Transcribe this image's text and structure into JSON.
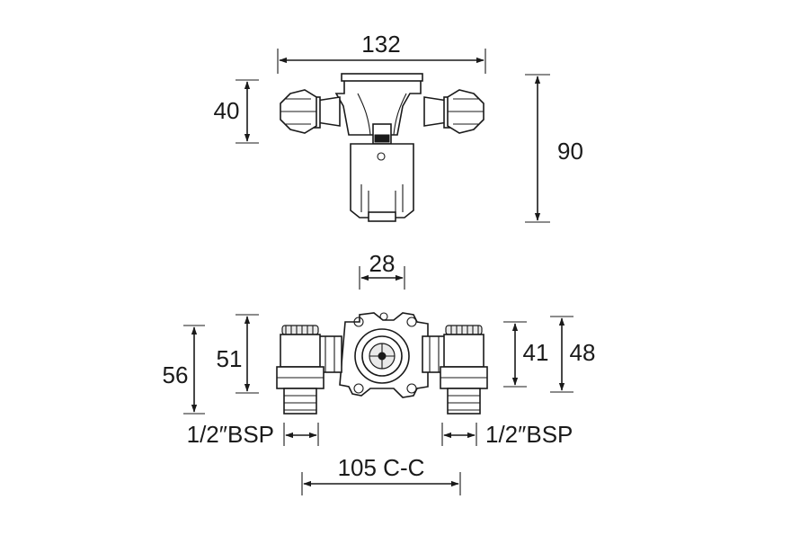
{
  "dimensions": {
    "top_width": "132",
    "top_left_height": "40",
    "top_right_height": "90",
    "front_center_width": "28",
    "front_left_outer_height": "56",
    "front_left_inner_height": "51",
    "front_right_inner_height": "41",
    "front_right_outer_height": "48",
    "thread_left": "1/2″BSP",
    "thread_right": "1/2″BSP",
    "centres": "105 C-C"
  }
}
